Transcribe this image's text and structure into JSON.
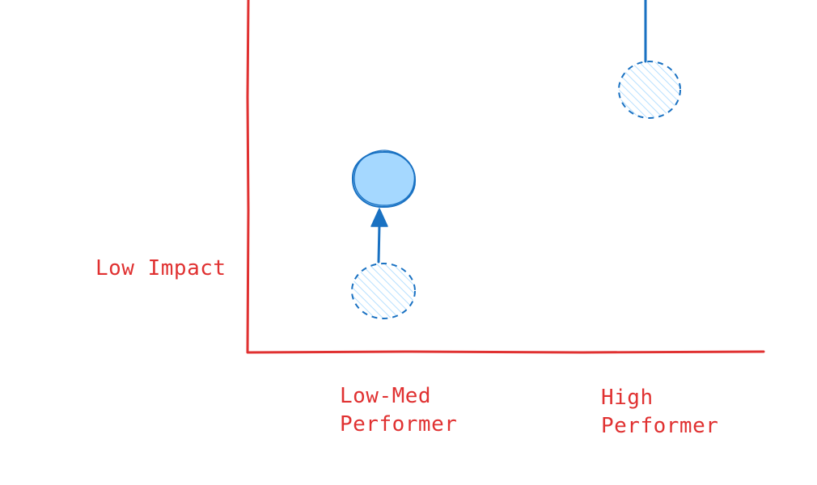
{
  "labels": {
    "y_low": "Low Impact",
    "x_low_line1": "Low-Med",
    "x_low_line2": "Performer",
    "x_high_line1": "High",
    "x_high_line2": "Performer"
  },
  "colors": {
    "axis": "#e03131",
    "label": "#e03131",
    "node_stroke": "#1971c2",
    "node_fill": "#a5d8ff",
    "hatch": "#a5d8ff",
    "arrow": "#1971c2"
  },
  "nodes": [
    {
      "id": "low-med-before",
      "style": "dashed-hatched"
    },
    {
      "id": "low-med-after",
      "style": "solid-filled"
    },
    {
      "id": "high-performer",
      "style": "dashed-hatched"
    }
  ]
}
